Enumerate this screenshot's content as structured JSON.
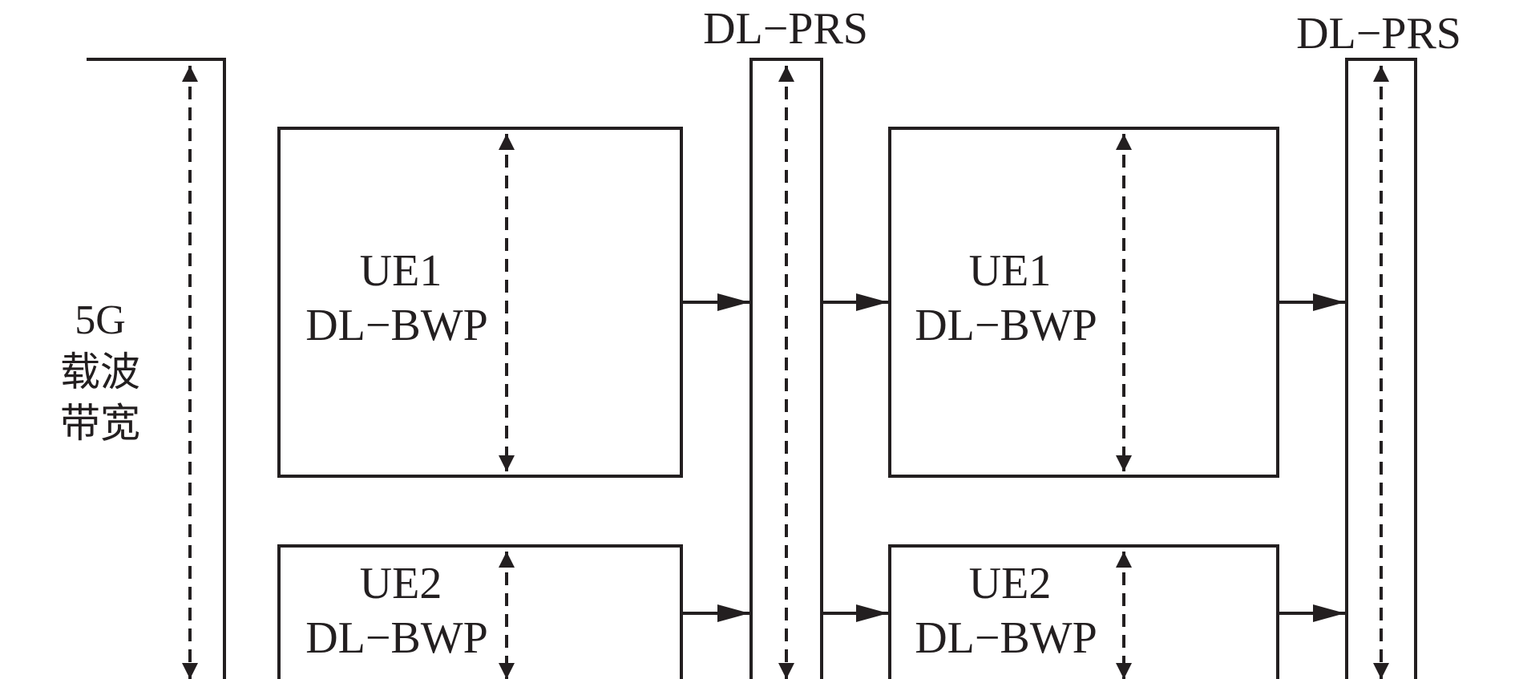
{
  "carrier": {
    "label_line1": "5G",
    "label_line2": "载波",
    "label_line3": "带宽"
  },
  "prs_columns": [
    {
      "label": "DL−PRS"
    },
    {
      "label": "DL−PRS"
    }
  ],
  "bwp_blocks": [
    {
      "line1": "UE1",
      "line2": "DL−BWP"
    },
    {
      "line1": "UE2",
      "line2": "DL−BWP"
    },
    {
      "line1": "UE1",
      "line2": "DL−BWP"
    },
    {
      "line1": "UE2",
      "line2": "DL−BWP"
    }
  ],
  "colors": {
    "stroke": "#231f20",
    "background": "#ffffff"
  }
}
